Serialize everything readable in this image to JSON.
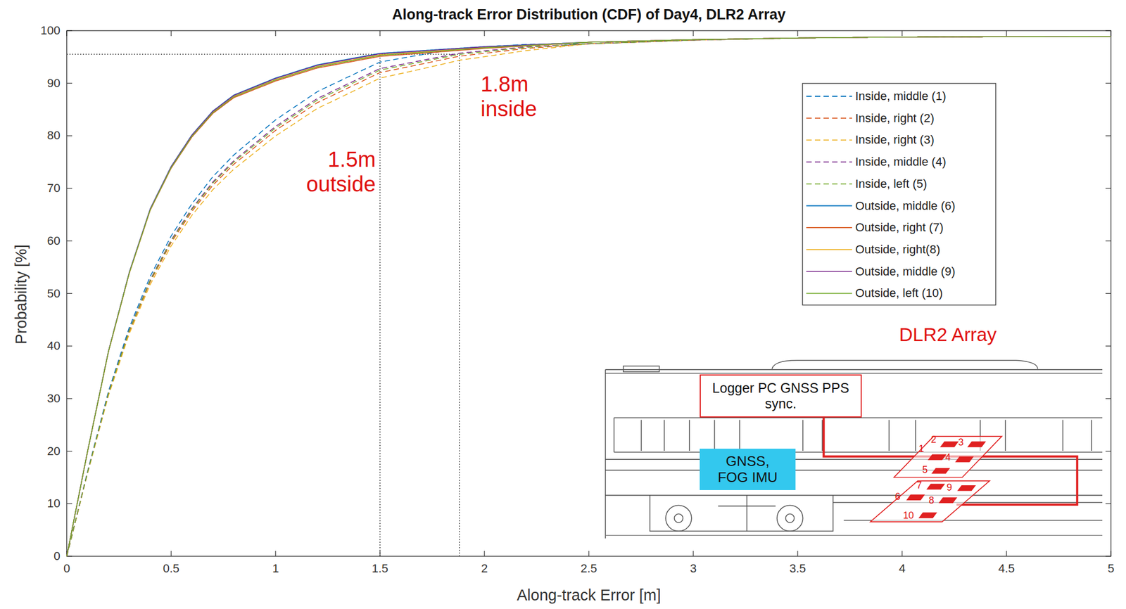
{
  "diagram": {
    "title": "Along-track Error Distribution (CDF) of Day4, DLR2 Array",
    "nodes": [
      {
        "text": [
          "Logger PC GNSS PPS sync."
        ]
      },
      {
        "text": [
          "GNSS, FOG IMU"
        ]
      }
    ],
    "labels": [
      "1.8m inside",
      "1.5m outside",
      "DLR2 Array",
      "0",
      "0.5",
      "1",
      "1.5",
      "2",
      "2.5",
      "3",
      "3.5",
      "4",
      "4.5",
      "5",
      "0",
      "10",
      "20",
      "30",
      "40",
      "50",
      "60",
      "70",
      "80",
      "90",
      "100",
      "Probability [%]",
      "Along-track Error [m]",
      "1",
      "2",
      "3",
      "4",
      "5",
      "6",
      "7",
      "8",
      "9",
      "10"
    ],
    "legend": [
      {
        "text": "Inside, middle (1)"
      },
      {
        "text": "Inside, right (2)"
      },
      {
        "text": "Inside, right (3)"
      },
      {
        "text": "Inside, middle (4)"
      },
      {
        "text": "Inside, left (5)"
      },
      {
        "text": "Outside, middle (6)"
      },
      {
        "text": "Outside, right (7)"
      },
      {
        "text": "Outside, right(8)"
      },
      {
        "text": "Outside, middle (9)"
      },
      {
        "text": "Outside, left (10)"
      }
    ]
  }
}
